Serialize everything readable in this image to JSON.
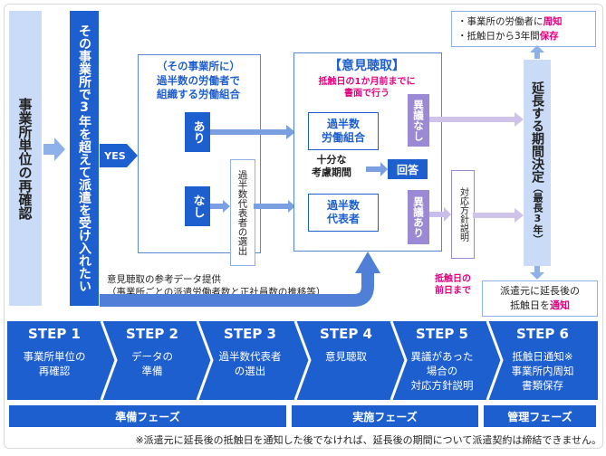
{
  "left_title": "事業所単位の再確認",
  "main_question": "その事業所で3年を超えて派遣を受け入れたい",
  "yes_label": "YES",
  "union_heading": "（その事業所に）\n過半数の労働者で\n組織する労働組合",
  "ari": "あり",
  "nashi": "なし",
  "rep_select": "過半数代表者の選出",
  "hearing_title": "【意見聴取】",
  "hearing_note": "抵触日の1か月前までに\n書面で行う",
  "union_box": "過半数\n労働組合",
  "rep_box": "過半数\n代表者",
  "consider": "十分な\n考慮期間",
  "answer": "回答",
  "no_objection": "異議なし",
  "objection": "異議あり",
  "policy_explain": "対応方針説明",
  "deadline_note": "抵触日の\n前日まで",
  "ref_data": "意見聴取の参考データ提供\n（事業所ごとの派遣労働者数と正社員数の推移等）",
  "right_top_items": [
    {
      "prefix": "・事業所の労働者に",
      "emph": "周知"
    },
    {
      "prefix": "・抵触日から3年間",
      "emph": "保存"
    }
  ],
  "extension_decision": "延長する期間決定",
  "extension_max": "（最長3年）",
  "notify_line1": "派遣元に延長後の",
  "notify_line2_prefix": "抵触日を",
  "notify_line2_emph": "通知",
  "steps": [
    {
      "num": "STEP 1",
      "desc": "事業所単位の\n再確認"
    },
    {
      "num": "STEP 2",
      "desc": "データの\n準備"
    },
    {
      "num": "STEP 3",
      "desc": "過半数代表者\nの選出"
    },
    {
      "num": "STEP 4",
      "desc": "意見聴取"
    },
    {
      "num": "STEP 5",
      "desc": "異議があった\n場合の\n対応方針説明"
    },
    {
      "num": "STEP 6",
      "desc": "抵触日通知※\n事業所内周知\n書類保存"
    }
  ],
  "phases": [
    "準備フェーズ",
    "実施フェーズ",
    "管理フェーズ"
  ],
  "footnote": "※派遣元に延長後の抵触日を通知した後でなければ、延長後の期間について派遣契約は締結できません。",
  "colors": {
    "dark_blue": "#1e5fd0",
    "light_blue": "#c9dbf7",
    "mid_blue": "#4f7fd6",
    "purple_light": "#cfc3ea",
    "purple": "#9b8ad3",
    "pink": "#e4007f"
  }
}
